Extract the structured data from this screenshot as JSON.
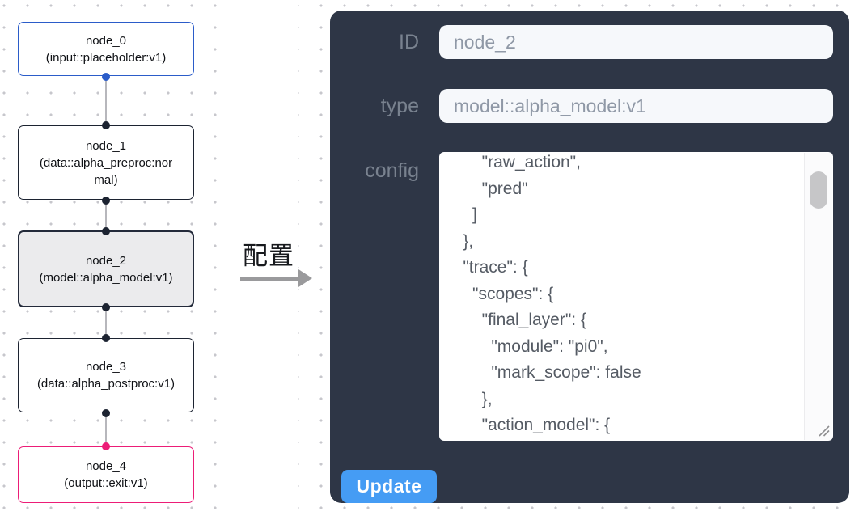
{
  "canvas": {
    "nodes": [
      {
        "title": "node_0",
        "subtitle": "(input::placeholder:v1)",
        "kind": "input"
      },
      {
        "title": "node_1",
        "subtitle": "(data::alpha_preproc:normal)",
        "kind": "default"
      },
      {
        "title": "node_2",
        "subtitle": "(model::alpha_model:v1)",
        "kind": "selected"
      },
      {
        "title": "node_3",
        "subtitle": "(data::alpha_postproc:v1)",
        "kind": "default"
      },
      {
        "title": "node_4",
        "subtitle": "(output::exit:v1)",
        "kind": "output"
      }
    ]
  },
  "transition": {
    "label": "配置"
  },
  "panel": {
    "id_field": {
      "label": "ID",
      "value": "node_2"
    },
    "type_field": {
      "label": "type",
      "value": "model::alpha_model:v1"
    },
    "config_field": {
      "label": "config",
      "value": "        \"raw_action\",\n        \"pred\"\n      ]\n    },\n    \"trace\": {\n      \"scopes\": {\n        \"final_layer\": {\n          \"module\": \"pi0\",\n          \"mark_scope\": false\n        },\n        \"action_model\": {"
    },
    "update_button": {
      "label": "Update"
    }
  },
  "colors": {
    "panel_bg": "#2e3646",
    "button_blue": "#459cf4",
    "input_node_border": "#2b5cc9",
    "output_node_border": "#ec1d77",
    "default_node_border": "#1c2331",
    "selected_node_bg": "#ebebed",
    "edge_gray": "#b7b7bc",
    "field_bg": "#f6f8fb"
  }
}
